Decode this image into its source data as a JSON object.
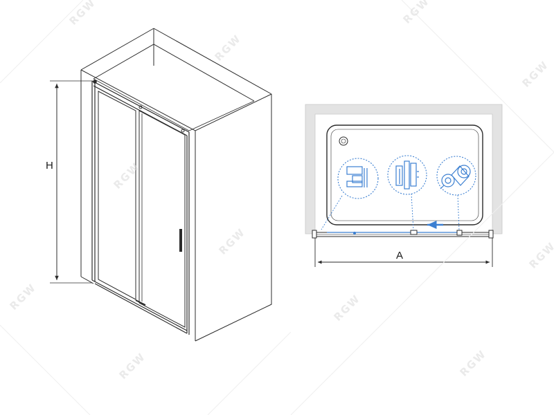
{
  "dimensions": {
    "height_label": "H",
    "width_label": "A"
  },
  "watermark": {
    "text": "RGW"
  },
  "colors": {
    "line": "#2b2b2b",
    "wall_gray": "#e3e3e3",
    "detail_blue": "#3b7fd1"
  },
  "icons": [
    "wall-profile-detail-icon",
    "door-guide-detail-icon",
    "roller-detail-icon",
    "drain-icon",
    "door-handle-icon"
  ]
}
